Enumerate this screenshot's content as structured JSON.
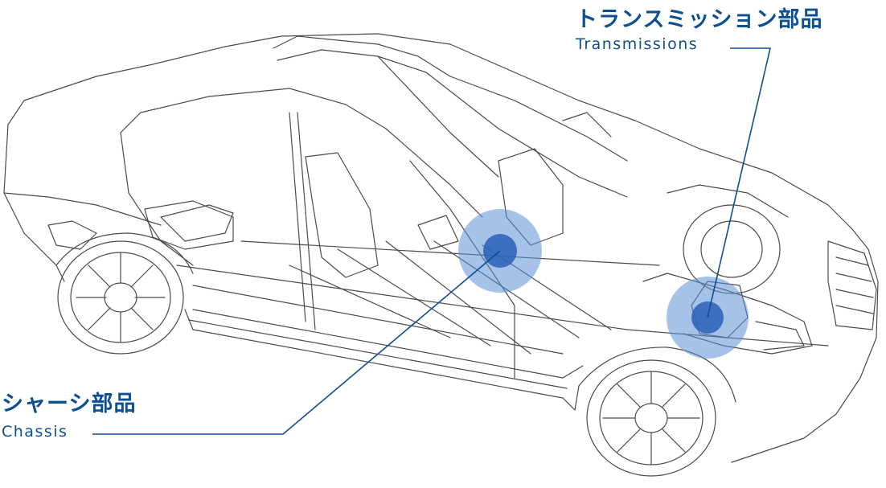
{
  "labels": {
    "transmission": {
      "jp": "トランスミッション部品",
      "en": "Transmissions"
    },
    "chassis": {
      "jp": "シャーシ部品",
      "en": "Chassis"
    }
  },
  "colors": {
    "accent": "#0d4f93",
    "hotspot_outer": "#5b8fd6",
    "hotspot_inner": "#2a60b8",
    "line_art": "#4a4a4a"
  }
}
